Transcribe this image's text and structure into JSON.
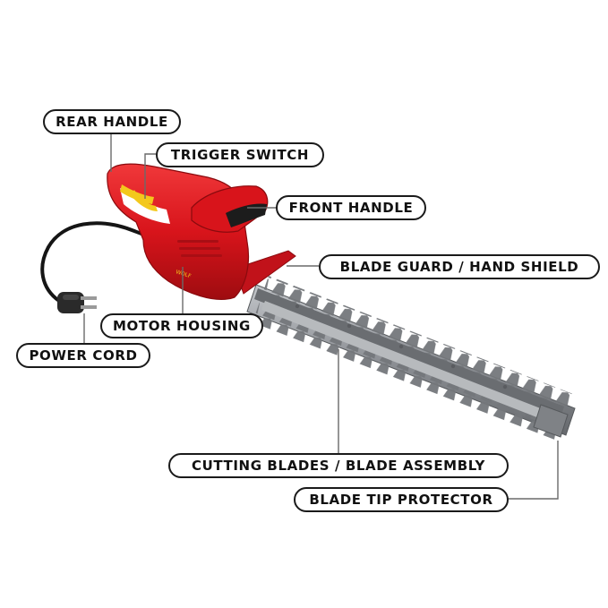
{
  "image": {
    "subject": "electric hedge trimmer parts diagram",
    "product_color": "#d8141b",
    "accent_color": "#f3c81c",
    "blade_color": "#8e9196"
  },
  "labels": {
    "rear_handle": "REAR HANDLE",
    "trigger_switch": "TRIGGER SWITCH",
    "front_handle": "FRONT HANDLE",
    "blade_guard": "BLADE GUARD / HAND SHIELD",
    "motor_housing": "MOTOR HOUSING",
    "power_cord": "POWER CORD",
    "cutting_blades": "CUTTING BLADES / BLADE ASSEMBLY",
    "blade_tip_protector": "BLADE TIP PROTECTOR"
  }
}
